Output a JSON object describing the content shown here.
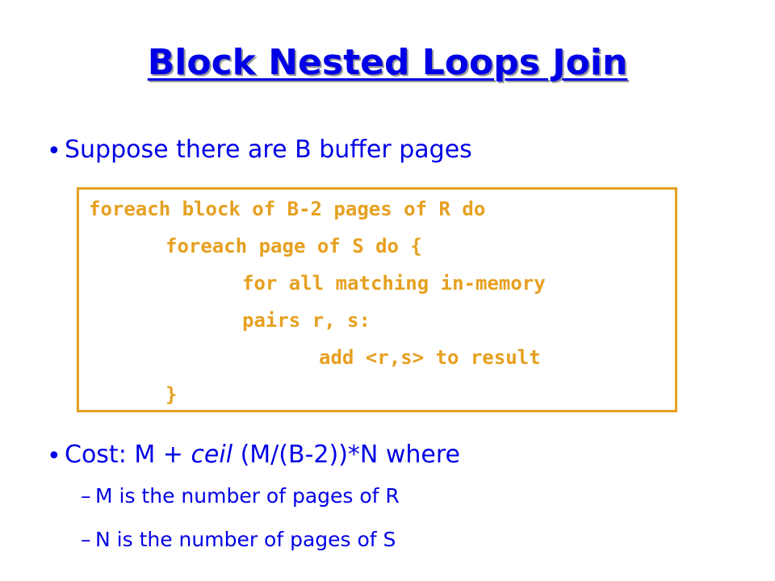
{
  "slide": {
    "title": "Block Nested Loops Join",
    "bullets": [
      "Suppose there are B buffer pages"
    ],
    "bullet_marker": "•",
    "code_lines": [
      "foreach block of B-2 pages of R do",
      "foreach page of S do {",
      "for all matching in-memory",
      "pairs r, s:",
      "add <r,s> to result",
      "}"
    ],
    "cost": {
      "prefix": "Cost: M + ",
      "italic": "ceil",
      "suffix": " (M/(B-2))*N where"
    },
    "sub_dash": "–",
    "sub_bullets": [
      "M is the number of pages of R",
      "N is the number of pages of S"
    ],
    "colors": {
      "text": "#0000e6",
      "code": "#e6a020",
      "title_shadow": "#9a9a9a",
      "background": "#ffffff"
    }
  }
}
